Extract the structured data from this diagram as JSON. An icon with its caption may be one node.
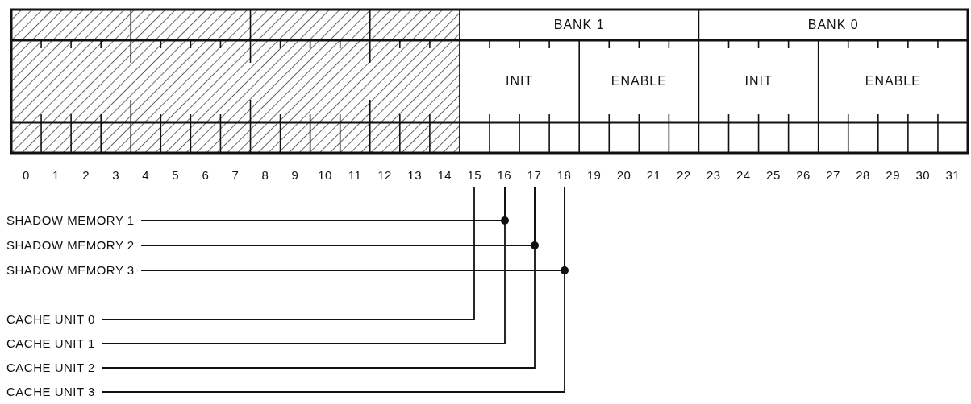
{
  "diagram": {
    "nodes": [
      {
        "text": [
          "BANK 1"
        ]
      },
      {
        "text": [
          "BANK 0"
        ]
      },
      {
        "text": [
          "INIT"
        ]
      },
      {
        "text": [
          "ENABLE"
        ]
      },
      {
        "text": [
          "INIT"
        ]
      },
      {
        "text": [
          "ENABLE"
        ]
      },
      {
        "text": [
          "0"
        ]
      },
      {
        "text": [
          "1"
        ]
      },
      {
        "text": [
          "2"
        ]
      },
      {
        "text": [
          "3"
        ]
      },
      {
        "text": [
          "4"
        ]
      },
      {
        "text": [
          "5"
        ]
      },
      {
        "text": [
          "6"
        ]
      },
      {
        "text": [
          "7"
        ]
      },
      {
        "text": [
          "8"
        ]
      },
      {
        "text": [
          "9"
        ]
      },
      {
        "text": [
          "10"
        ]
      },
      {
        "text": [
          "11"
        ]
      },
      {
        "text": [
          "12"
        ]
      },
      {
        "text": [
          "13"
        ]
      },
      {
        "text": [
          "14"
        ]
      },
      {
        "text": [
          "15"
        ]
      },
      {
        "text": [
          "16"
        ]
      },
      {
        "text": [
          "17"
        ]
      },
      {
        "text": [
          "18"
        ]
      },
      {
        "text": [
          "19"
        ]
      },
      {
        "text": [
          "20"
        ]
      },
      {
        "text": [
          "21"
        ]
      },
      {
        "text": [
          "22"
        ]
      },
      {
        "text": [
          "23"
        ]
      },
      {
        "text": [
          "24"
        ]
      },
      {
        "text": [
          "25"
        ]
      },
      {
        "text": [
          "26"
        ]
      },
      {
        "text": [
          "27"
        ]
      },
      {
        "text": [
          "28"
        ]
      },
      {
        "text": [
          "29"
        ]
      },
      {
        "text": [
          "30"
        ]
      },
      {
        "text": [
          "31"
        ]
      },
      {
        "text": [
          "SHADOW MEMORY 1"
        ]
      },
      {
        "text": [
          "SHADOW MEMORY 2"
        ]
      },
      {
        "text": [
          "SHADOW MEMORY 3"
        ]
      },
      {
        "text": [
          "CACHE UNIT 0"
        ]
      },
      {
        "text": [
          "CACHE UNIT 1"
        ]
      },
      {
        "text": [
          "CACHE UNIT 2"
        ]
      },
      {
        "text": [
          "CACHE UNIT 3"
        ]
      }
    ],
    "edges": [
      {
        "from": 38,
        "to": 22,
        "arrow": "none"
      },
      {
        "from": 39,
        "to": 23,
        "arrow": "none"
      },
      {
        "from": 40,
        "to": 24,
        "arrow": "none"
      },
      {
        "from": 41,
        "to": 21,
        "arrow": "none"
      },
      {
        "from": 42,
        "to": 22,
        "arrow": "none"
      },
      {
        "from": 43,
        "to": 23,
        "arrow": "none"
      },
      {
        "from": 44,
        "to": 24,
        "arrow": "none"
      }
    ]
  }
}
